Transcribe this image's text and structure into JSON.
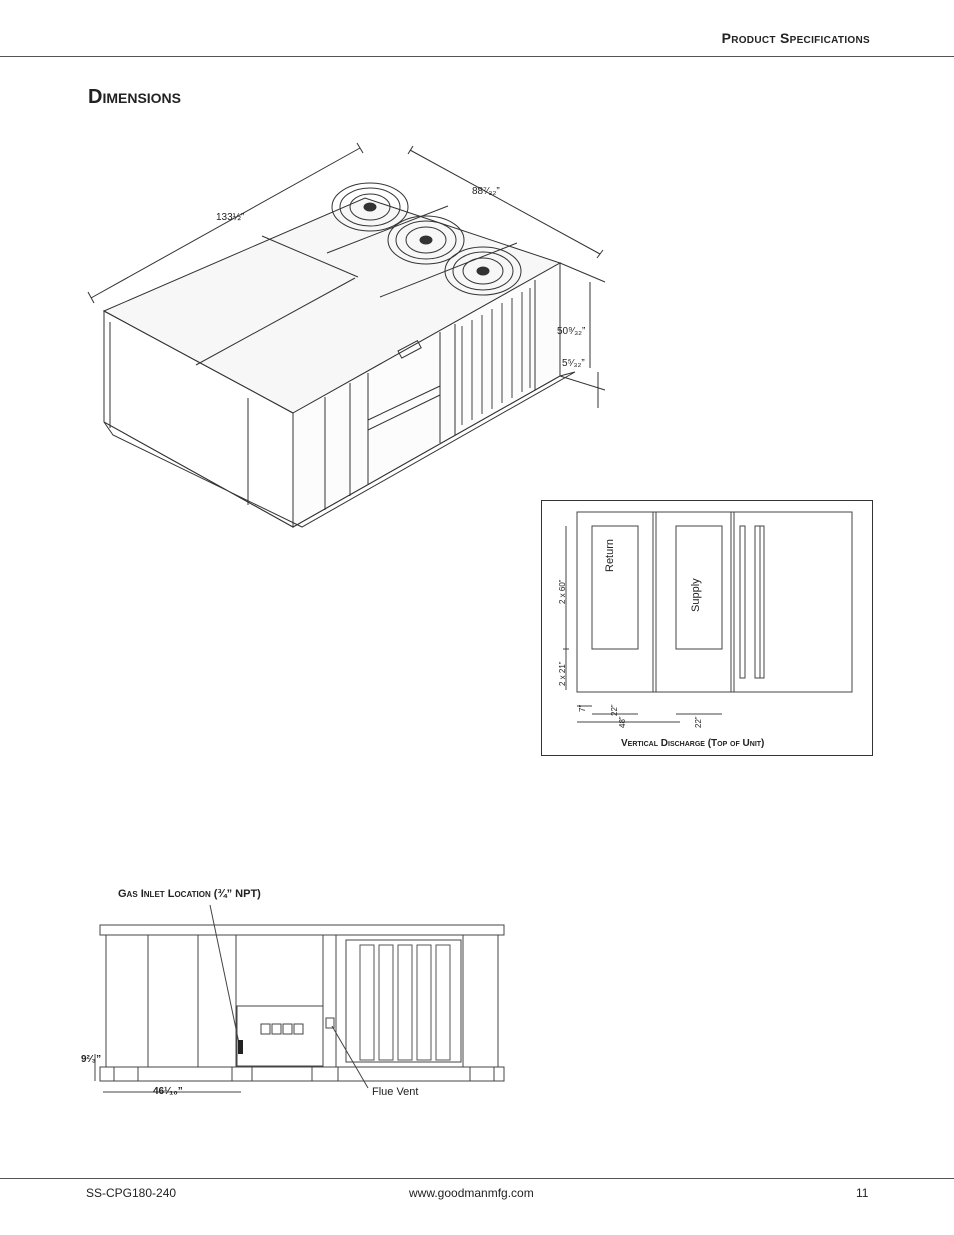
{
  "header": {
    "section_title": "Product Specifications"
  },
  "page": {
    "title": "Dimensions"
  },
  "iso_view": {
    "dim_length": "133½”",
    "dim_width": "88⁷⁄₃₂”",
    "dim_height": "50⁹⁄₃₂”",
    "dim_base": "5⁵⁄₃₂”"
  },
  "vertical_discharge": {
    "caption": "Vertical Discharge (Top of Unit)",
    "return_label": "Return",
    "supply_label": "Supply",
    "dim_60": "2 x 60”",
    "dim_21": "2 x 21”",
    "dim_7": "7”",
    "dim_22a": "22”",
    "dim_48": "48”",
    "dim_22b": "22”"
  },
  "side_view": {
    "gas_caption": "Gas Inlet Location (¾” NPT)",
    "flue_label": "Flue Vent",
    "dim_height": "9²⁄₃”",
    "dim_width": "46¹⁄₁₀”"
  },
  "footer": {
    "doc_id": "SS-CPG180-240",
    "website": "www.goodmanmfg.com",
    "page_number": "11"
  }
}
